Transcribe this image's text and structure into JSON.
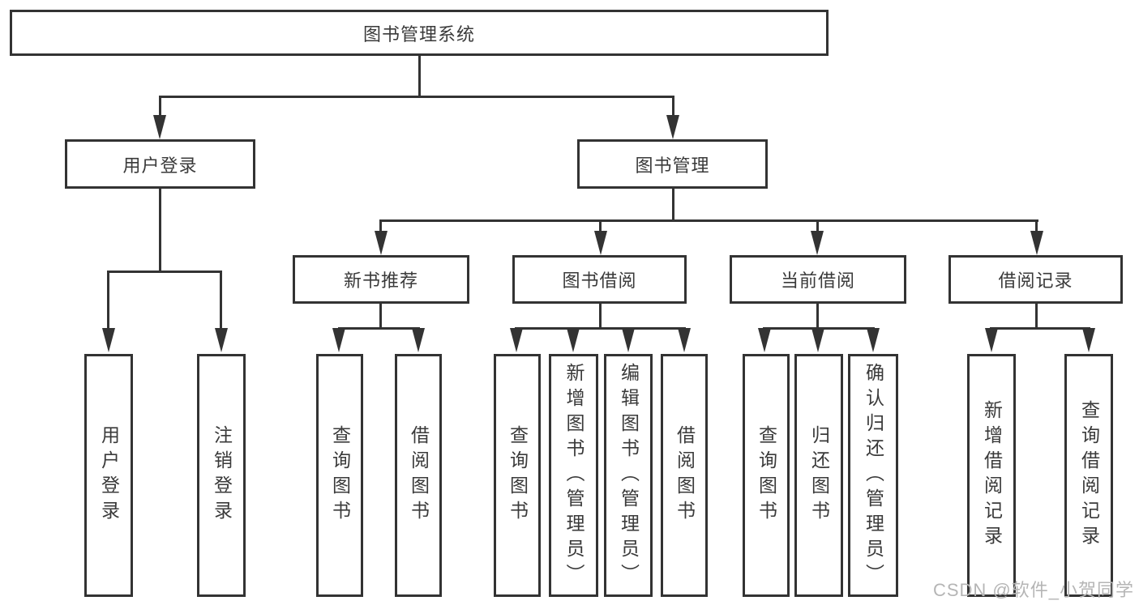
{
  "diagram": {
    "root": {
      "label": "图书管理系统"
    },
    "level2": {
      "user_login": {
        "label": "用户登录"
      },
      "book_management": {
        "label": "图书管理"
      }
    },
    "level3": {
      "new_book_rec": {
        "label": "新书推荐"
      },
      "book_borrow": {
        "label": "图书借阅"
      },
      "current_borrow": {
        "label": "当前借阅"
      },
      "borrow_records": {
        "label": "借阅记录"
      }
    },
    "leaves": {
      "ul_login": {
        "label": "用户登录"
      },
      "ul_logout": {
        "label": "注销登录"
      },
      "nbr_query": {
        "label": "查询图书"
      },
      "nbr_borrow": {
        "label": "借阅图书"
      },
      "bb_query": {
        "label": "查询图书"
      },
      "bb_add": {
        "label": "新增图书（管理员）"
      },
      "bb_edit": {
        "label": "编辑图书（管理员）"
      },
      "bb_borrow": {
        "label": "借阅图书"
      },
      "cb_query": {
        "label": "查询图书"
      },
      "cb_return": {
        "label": "归还图书"
      },
      "cb_confirm": {
        "label": "确认归还（管理员）"
      },
      "br_add": {
        "label": "新增借阅记录"
      },
      "br_query": {
        "label": "查询借阅记录"
      }
    },
    "colors": {
      "line": "#333333",
      "node_text": "#3a3a3a",
      "background": "#ffffff",
      "watermark": "#b5b5b5"
    }
  },
  "watermark": {
    "text": "CSDN @软件_小贺同学"
  }
}
